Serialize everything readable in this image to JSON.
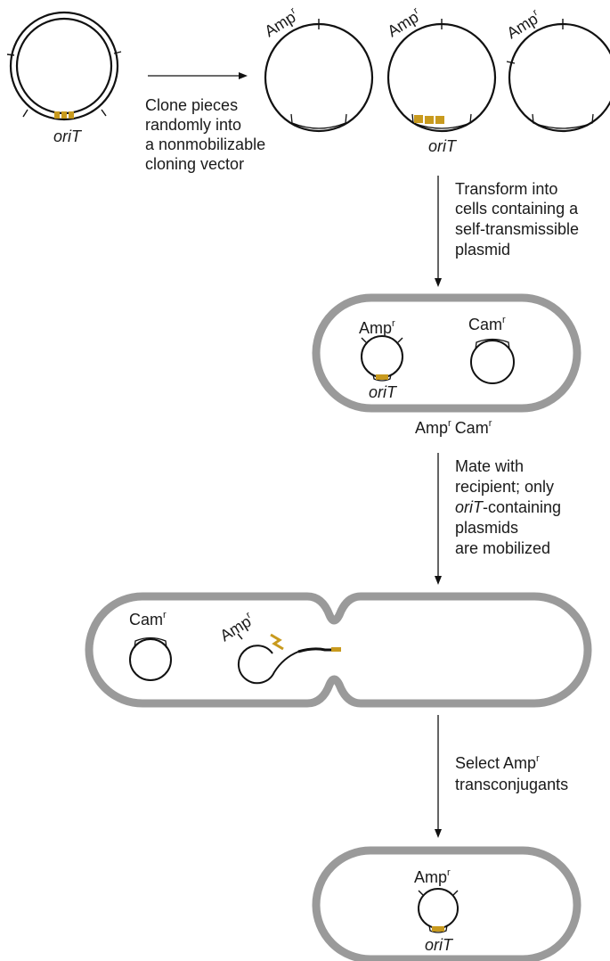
{
  "labels": {
    "orit": "oriT",
    "amp_base": "Amp",
    "cam_base": "Cam",
    "resistance_sup": "r"
  },
  "steps": {
    "clone": [
      "Clone pieces",
      "randomly into",
      "a nonmobilizable",
      "cloning vector"
    ],
    "transform": [
      "Transform into",
      "cells containing a",
      "self-transmissible",
      "plasmid"
    ],
    "mate": {
      "line1": "Mate with",
      "line2": "recipient; only",
      "line3_italic": "oriT",
      "line3_rest": "-containing",
      "line4": "plasmids",
      "line5": "are mobilized"
    },
    "select": [
      "Select Amp",
      "transconjugants"
    ]
  },
  "colors": {
    "cell_wall": "#9a9a9a",
    "orit_marker": "#c89a1e",
    "dna": "#111111"
  }
}
